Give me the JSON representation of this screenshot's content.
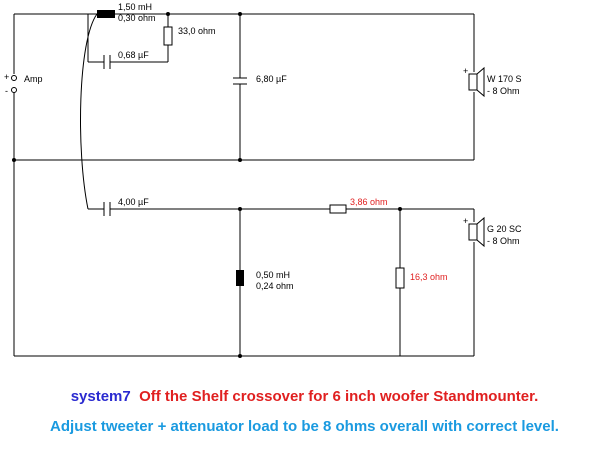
{
  "source": {
    "label": "Amp",
    "plus": "+",
    "minus": "-"
  },
  "woofer_section": {
    "inductor_value": "1,50 mH",
    "inductor_resistance": "0,30 ohm",
    "parallel_resistor": "33,0 ohm",
    "parallel_capacitor": "0,68 µF",
    "shunt_capacitor": "6,80 µF",
    "driver_name": "W 170 S",
    "driver_impedance": "- 8 Ohm",
    "driver_plus": "+"
  },
  "tweeter_section": {
    "series_capacitor": "4,00 µF",
    "series_resistor": "3,86 ohm",
    "shunt_inductor_value": "0,50 mH",
    "shunt_inductor_resistance": "0,24 ohm",
    "shunt_resistor": "16,3 ohm",
    "driver_name": "G 20 SC",
    "driver_impedance": "- 8 Ohm",
    "driver_plus": "+"
  },
  "caption": {
    "system": "system7",
    "line1": "Off the Shelf crossover for 6 inch woofer Standmounter.",
    "line2": "Adjust tweeter + attenuator load to be 8 ohms overall with correct level."
  },
  "colors": {
    "wire": "#000000",
    "highlight_text": "#e02020",
    "system_text": "#2a2ad0",
    "line2_text": "#1a9ae0"
  }
}
